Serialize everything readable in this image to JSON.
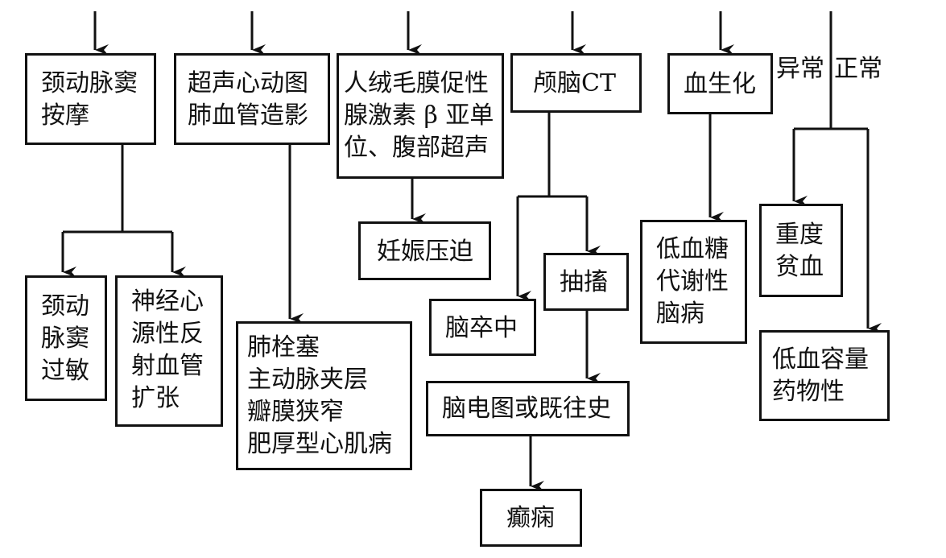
{
  "nodes": {
    "carotid_massage": "颈动脉窦\n按摩",
    "echo_angio": "超声心动图\n肺血管造影",
    "hcg_ultrasound": "人绒毛膜促性\n腺激素 β 亚单\n位、腹部超声",
    "head_ct": "颅脑CT",
    "blood_chem": "血生化",
    "carotid_hypersens": "颈动\n脉窦\n过敏",
    "neurocardiogenic": "神经心\n源性反\n射血管\n扩张",
    "pe_group": "肺栓塞\n主动脉夹层\n瓣膜狭窄\n肥厚型心肌病",
    "pregnancy": "妊娠压迫",
    "stroke": "脑卒中",
    "seizure": "抽搐",
    "eeg_history": "脑电图或既往史",
    "epilepsy": "癫痫",
    "hypoglycemia": "低血糖\n代谢性\n脑病",
    "anemia": "重度\n贫血",
    "hypovolemia": "低血容量\n药物性"
  },
  "branch_labels": {
    "abnormal": "异常",
    "normal": "正常"
  },
  "colors": {
    "line": "#111111",
    "background": "#ffffff"
  }
}
